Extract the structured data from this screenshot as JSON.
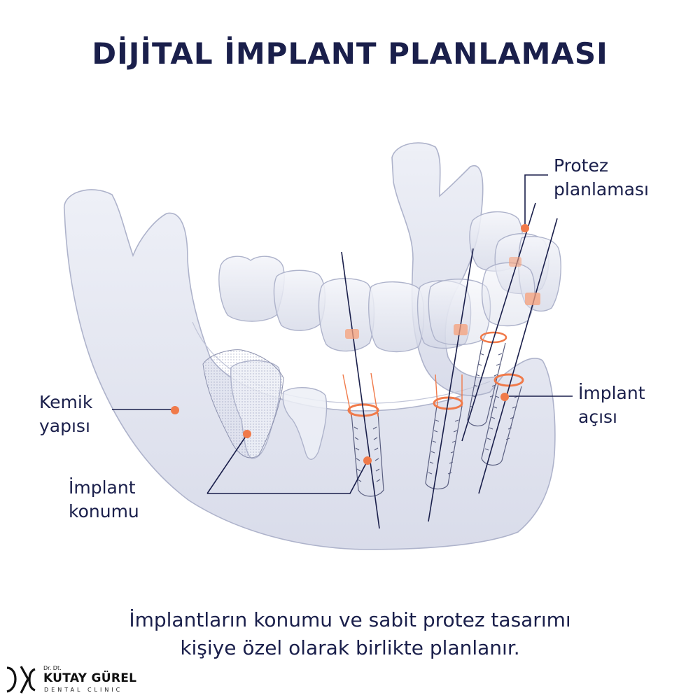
{
  "title": "DİJİTAL İMPLANT PLANLAMASI",
  "labels": {
    "protez": {
      "line1": "Protez",
      "line2": "planlaması"
    },
    "kemik": {
      "line1": "Kemik",
      "line2": "yapısı"
    },
    "implant_acisi": {
      "line1": "İmplant",
      "line2": "açısı"
    },
    "implant_konumu": {
      "line1": "İmplant",
      "line2": "konumu"
    }
  },
  "caption": {
    "line1": "İmplantların konumu ve sabit protez tasarımı",
    "line2": "kişiye özel olarak birlikte planlanır."
  },
  "brand": {
    "prefix": "Dr. Dt.",
    "name": "KUTAY GÜREL",
    "sub": "DENTAL CLINIC"
  },
  "colors": {
    "navy": "#1a1f4b",
    "accent": "#f07a4a",
    "bone": "#e6e8f2"
  }
}
